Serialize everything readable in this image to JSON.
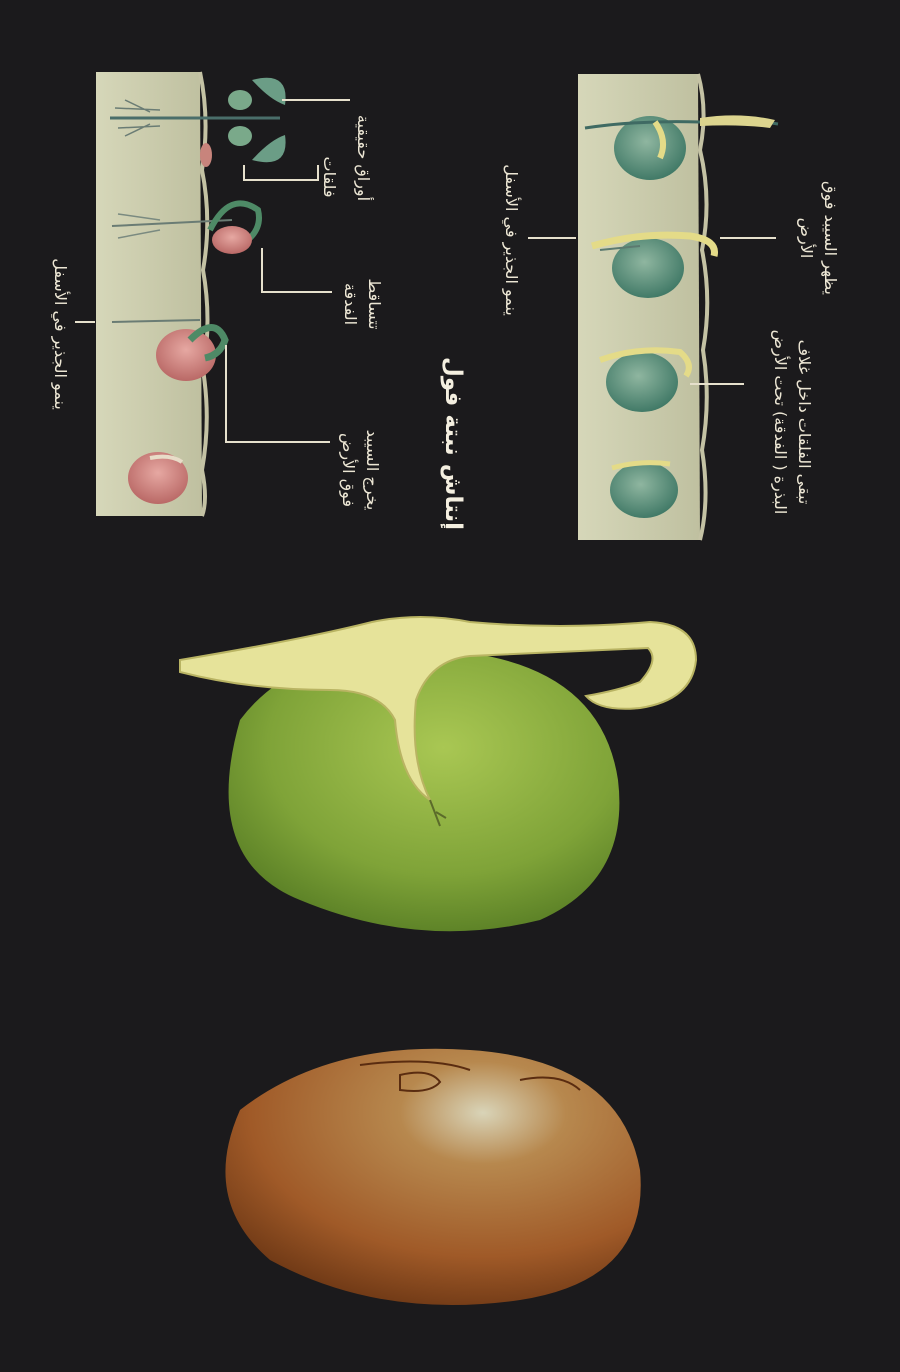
{
  "title": "إنتاش نبتة فول",
  "labels": {
    "top_leaf_lbl": "يظهر السيبد فوق الأرض",
    "top_cotyledon_lbl": "تبقى الفلقات داخل غلاف البذرة ( الفدقة) تحت الأرض",
    "top_root_lbl": "ينمو الجذير في الأسفل",
    "bottom_leaves_lbl": "أوراق حقيقية",
    "bottom_cotyledon_lbl": "فلقات",
    "bottom_fall_lbl": "تتساقط الفدقة",
    "bottom_emerge_lbl": "يخرج السيبد فوق الأرض",
    "bottom_root_lbl": "ينمو الجذير في الأسفل"
  },
  "colors": {
    "background": "#1b1a1c",
    "soil": "#cfceb0",
    "green_seed": "#7fa338",
    "bean_seed": "#a8632d",
    "sprout": "#e8e29a",
    "line": "#e6e0cc"
  }
}
